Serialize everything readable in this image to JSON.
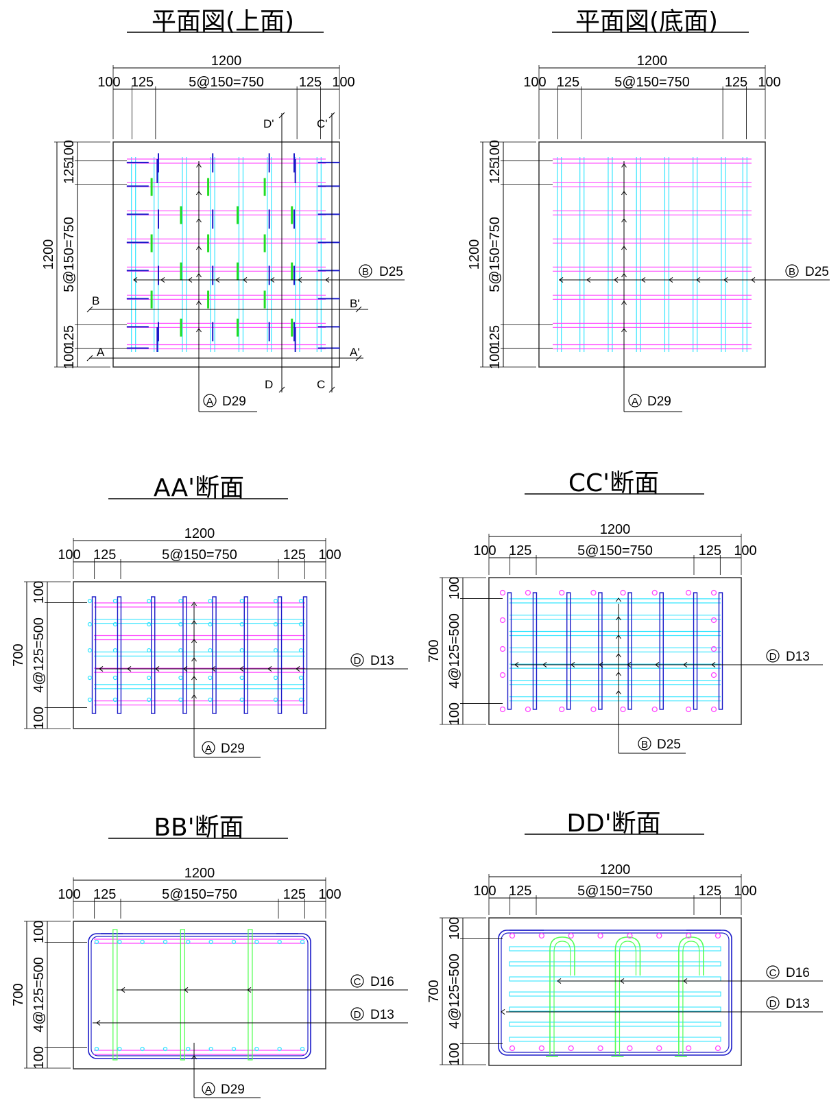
{
  "colors": {
    "dim": "#000000",
    "outline": "#333333",
    "magenta": "#ff44ff",
    "cyan": "#33e5ff",
    "blue": "#1a1ac8",
    "green": "#22dd22",
    "light_green": "#55ff55"
  },
  "panels": [
    {
      "id": "plan-top",
      "title": "平面図(上面)",
      "overall": "1200",
      "segs": [
        "100",
        "125",
        "5@150=750",
        "125",
        "100"
      ],
      "vertical_overall": "1200",
      "vsegs": [
        "100",
        "125",
        "5@150=750",
        "125",
        "100"
      ],
      "callouts": [
        {
          "mark": "B",
          "label": "D25"
        },
        {
          "mark": "A",
          "label": "D29"
        }
      ],
      "section_marks": [
        "A",
        "A'",
        "B",
        "B'",
        "C",
        "C'",
        "D",
        "D'"
      ]
    },
    {
      "id": "plan-bottom",
      "title": "平面図(底面)",
      "overall": "1200",
      "segs": [
        "100",
        "125",
        "5@150=750",
        "125",
        "100"
      ],
      "vertical_overall": "1200",
      "vsegs": [
        "100",
        "125",
        "5@150=750",
        "125",
        "100"
      ],
      "callouts": [
        {
          "mark": "B",
          "label": "D25"
        },
        {
          "mark": "A",
          "label": "D29"
        }
      ]
    },
    {
      "id": "section-aa",
      "title": "AA'断面",
      "overall": "1200",
      "segs": [
        "100",
        "125",
        "5@150=750",
        "125",
        "100"
      ],
      "vertical_overall": "700",
      "vsegs": [
        "100",
        "4@125=500",
        "100"
      ],
      "callouts": [
        {
          "mark": "D",
          "label": "D13"
        },
        {
          "mark": "A",
          "label": "D29"
        }
      ]
    },
    {
      "id": "section-cc",
      "title": "CC'断面",
      "overall": "1200",
      "segs": [
        "100",
        "125",
        "5@150=750",
        "125",
        "100"
      ],
      "vertical_overall": "700",
      "vsegs": [
        "100",
        "4@125=500",
        "100"
      ],
      "callouts": [
        {
          "mark": "D",
          "label": "D13"
        },
        {
          "mark": "B",
          "label": "D25"
        }
      ]
    },
    {
      "id": "section-bb",
      "title": "BB'断面",
      "overall": "1200",
      "segs": [
        "100",
        "125",
        "5@150=750",
        "125",
        "100"
      ],
      "vertical_overall": "700",
      "vsegs": [
        "100",
        "4@125=500",
        "100"
      ],
      "callouts": [
        {
          "mark": "C",
          "label": "D16"
        },
        {
          "mark": "D",
          "label": "D13"
        },
        {
          "mark": "A",
          "label": "D29"
        }
      ]
    },
    {
      "id": "section-dd",
      "title": "DD'断面",
      "overall": "1200",
      "segs": [
        "100",
        "125",
        "5@150=750",
        "125",
        "100"
      ],
      "vertical_overall": "700",
      "vsegs": [
        "100",
        "4@125=500",
        "100"
      ],
      "callouts": [
        {
          "mark": "C",
          "label": "D16"
        },
        {
          "mark": "D",
          "label": "D13"
        }
      ]
    }
  ]
}
